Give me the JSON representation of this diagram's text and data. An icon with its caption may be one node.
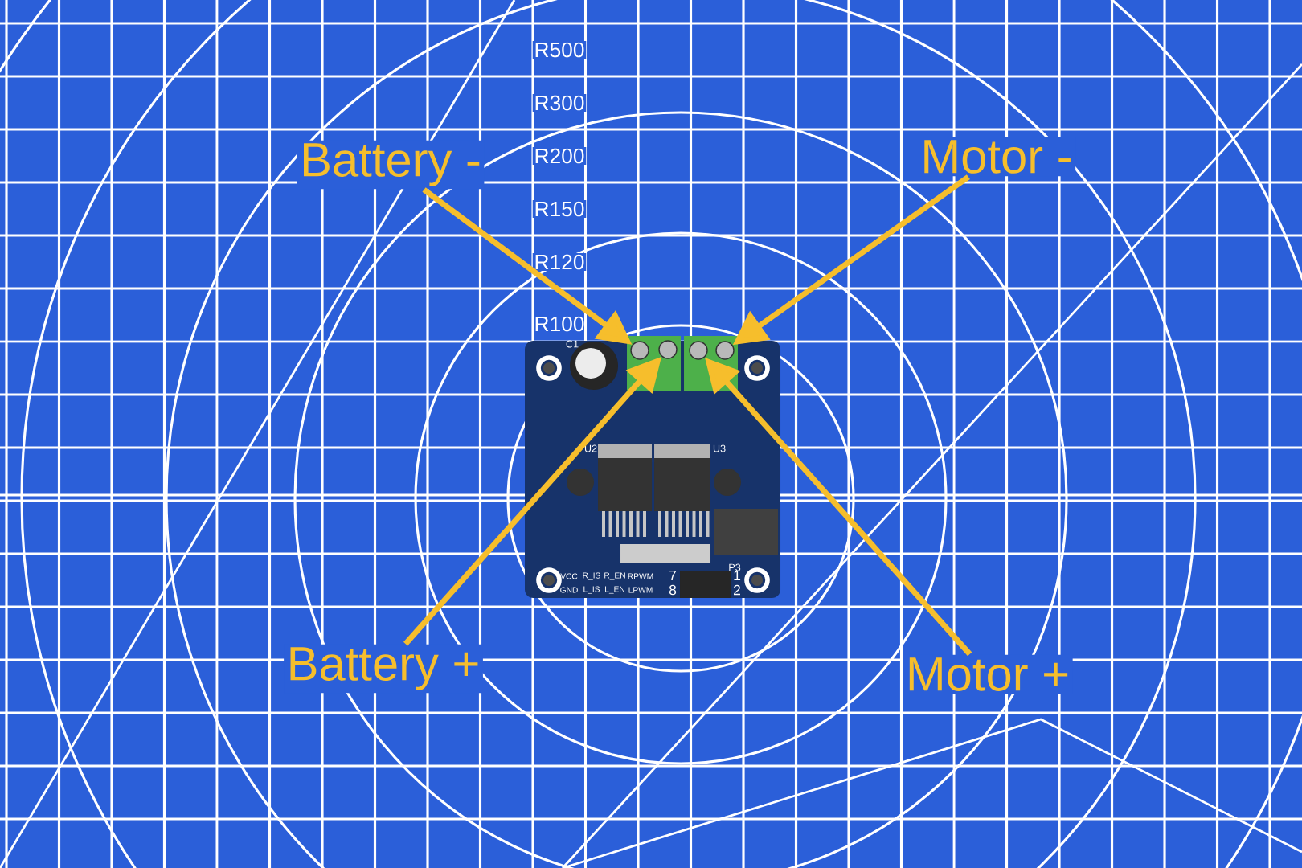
{
  "diagram": {
    "nodes": [
      {
        "text": [
          "Battery -"
        ]
      },
      {
        "text": [
          "Motor -"
        ]
      },
      {
        "text": [
          "Battery +"
        ]
      },
      {
        "text": [
          "Motor +"
        ]
      },
      {
        "text": [],
        "shape": "circle"
      },
      {
        "text": [],
        "shape": "circle"
      },
      {
        "text": [],
        "shape": "circle"
      },
      {
        "text": [],
        "shape": "circle"
      }
    ],
    "edges": [
      {
        "from": 0,
        "to": 4,
        "arrow": "to"
      },
      {
        "from": 1,
        "to": 7,
        "arrow": "to"
      },
      {
        "from": 2,
        "to": 5,
        "arrow": "to"
      },
      {
        "from": 3,
        "to": 6,
        "arrow": "to"
      }
    ],
    "labels": [
      "R500",
      "R300",
      "R200",
      "R150",
      "R120",
      "R100",
      "C1",
      "U2",
      "U3",
      "P3",
      "VCC",
      "R_IS",
      "R_EN",
      "RPWM",
      "7",
      "1",
      "GND",
      "L_IS",
      "L_EN",
      "LPWM",
      "8",
      "2"
    ]
  }
}
